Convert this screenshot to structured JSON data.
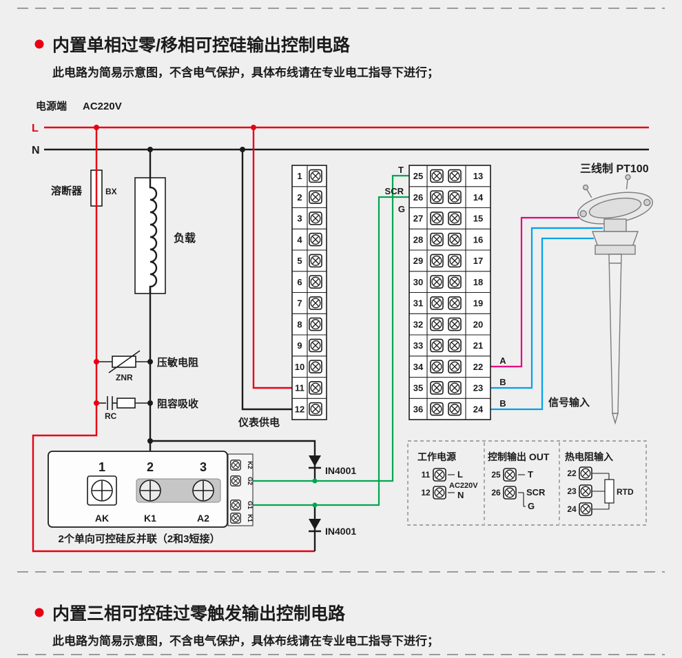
{
  "colors": {
    "background": "#efefef",
    "accent_red": "#e60012",
    "ink": "#1b1b1b",
    "wire_green": "#00a551",
    "wire_magenta": "#e4007f",
    "wire_cyan": "#00a0e9"
  },
  "sections": [
    {
      "title": "内置单相过零/移相可控硅输出控制电路",
      "subtitle": "此电路为简易示意图，不含电气保护，具体布线请在专业电工指导下进行；"
    },
    {
      "title": "内置三相可控硅过零触发输出控制电路",
      "subtitle": "此电路为简易示意图，不含电气保护，具体布线请在专业电工指导下进行；"
    }
  ],
  "power": {
    "terminal_label": "电源端",
    "voltage": "AC220V",
    "live": "L",
    "neutral": "N"
  },
  "components": {
    "fuse": {
      "label": "溶断器",
      "code": "BX"
    },
    "load": {
      "label": "负载"
    },
    "varistor": {
      "label": "压敏电阻",
      "code": "ZNR"
    },
    "rc_snubber": {
      "label": "阻容吸收",
      "code": "RC"
    },
    "meter_supply_label": "仪表供电",
    "diode_top": "IN4001",
    "diode_bottom": "IN4001"
  },
  "terminal_block_left": {
    "numbers": [
      "1",
      "2",
      "3",
      "4",
      "5",
      "6",
      "7",
      "8",
      "9",
      "10",
      "11",
      "12"
    ]
  },
  "terminal_block_right": {
    "left_numbers": [
      "25",
      "26",
      "27",
      "28",
      "29",
      "30",
      "31",
      "32",
      "33",
      "34",
      "35",
      "36"
    ],
    "right_numbers": [
      "13",
      "14",
      "15",
      "16",
      "17",
      "18",
      "19",
      "20",
      "21",
      "22",
      "23",
      "24"
    ],
    "t_label": "T",
    "scr_label": "SCR",
    "g_label": "G",
    "a_label": "A",
    "b1_label": "B",
    "b2_label": "B"
  },
  "sensor": {
    "title": "三线制 PT100",
    "signal_label": "信号输入"
  },
  "scr_module": {
    "terminal_numbers": [
      "1",
      "2",
      "3"
    ],
    "terminal_names": [
      "AK",
      "K1",
      "A2"
    ],
    "gate_labels": [
      "K2",
      "G2",
      "G1",
      "K1"
    ],
    "caption": "2个单向可控硅反并联（2和3短接）"
  },
  "legend": {
    "power_group": {
      "title": "工作电源",
      "terminals": [
        "11",
        "12"
      ],
      "live": "L",
      "voltage": "AC220V",
      "neutral": "N"
    },
    "output_group": {
      "title": "控制输出 OUT",
      "terminals": [
        "25",
        "26"
      ],
      "t": "T",
      "scr": "SCR",
      "g": "G"
    },
    "rtd_group": {
      "title": "热电阻输入",
      "terminals": [
        "22",
        "23",
        "24"
      ],
      "label": "RTD"
    }
  }
}
